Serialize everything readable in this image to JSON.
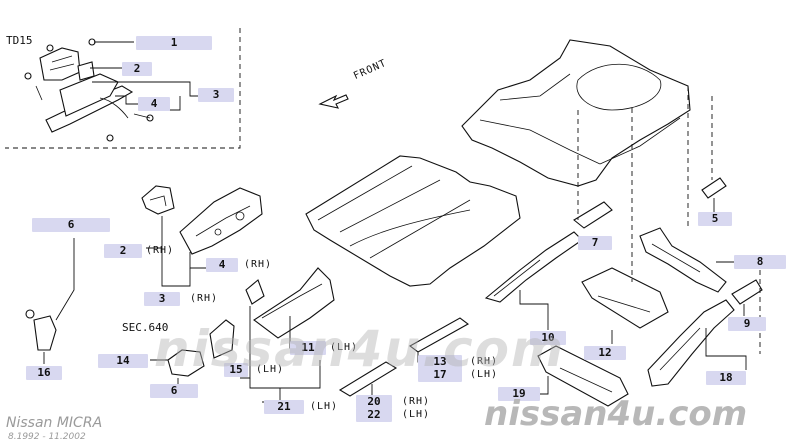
{
  "inset_label": "TD15",
  "front_label": "FRONT",
  "sec_label": "SEC.640",
  "callouts": {
    "c1": "1",
    "c2": "2",
    "c3": "3",
    "c4": "4",
    "c2rh": "2",
    "c4rh": "4",
    "c3rh": "3",
    "c5": "5",
    "c6a": "6",
    "c6b": "6",
    "c7": "7",
    "c8": "8",
    "c9": "9",
    "c10": "10",
    "c11": "11",
    "c12": "12",
    "c13": "13",
    "c14": "14",
    "c15": "15",
    "c16": "16",
    "c17": "17",
    "c18": "18",
    "c19": "19",
    "c20": "20",
    "c21": "21",
    "c22": "22"
  },
  "sides": {
    "rh": "(RH)",
    "lh": "(LH)"
  },
  "watermark_center": "nissan4u.com",
  "watermark_bottom": "nissan4u.com",
  "footer_model": "Nissan MICRA",
  "footer_years": "8.1992 - 11.2002"
}
